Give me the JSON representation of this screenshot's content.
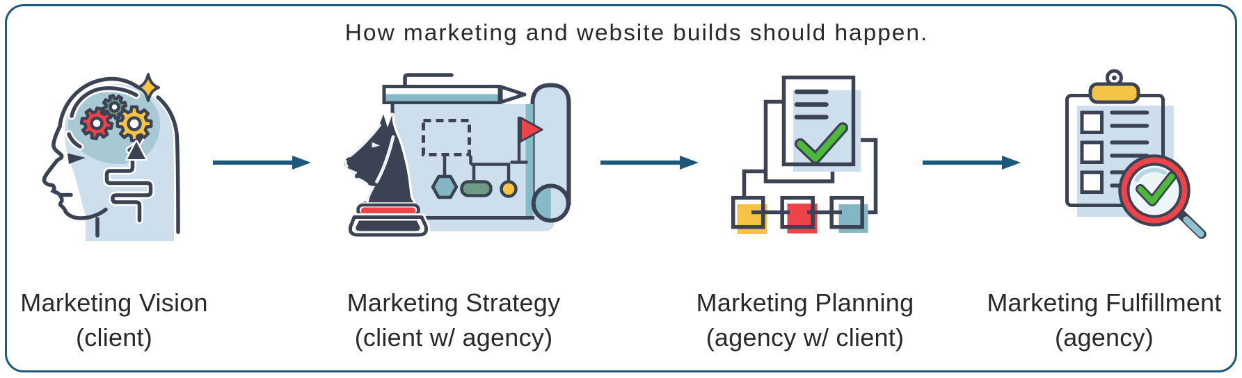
{
  "title": "How marketing and website builds should happen.",
  "stages": [
    {
      "name": "Marketing Vision",
      "subtitle": "(client)",
      "icon": "head-gears-icon"
    },
    {
      "name": "Marketing Strategy",
      "subtitle": "(client w/ agency)",
      "icon": "chess-knight-blueprint-icon"
    },
    {
      "name": "Marketing Planning",
      "subtitle": "(agency w/ client)",
      "icon": "document-checklist-flowchart-icon"
    },
    {
      "name": "Marketing Fulfillment",
      "subtitle": "(agency)",
      "icon": "clipboard-magnifier-icon"
    }
  ],
  "arrows": [
    "arrow-1",
    "arrow-2",
    "arrow-3"
  ],
  "palette": {
    "frame_border": "#1b567b",
    "arrow": "#1b567b",
    "text": "#27292c",
    "outline_dark": "#3a4254",
    "pale_blue": "#cddfec",
    "teal": "#85bac7",
    "brain_teal": "#a6c9d3",
    "red": "#ee4348",
    "yellow": "#f6c445",
    "sage_green": "#6f9a86",
    "check_green": "#4cb93a",
    "white": "#ffffff"
  }
}
